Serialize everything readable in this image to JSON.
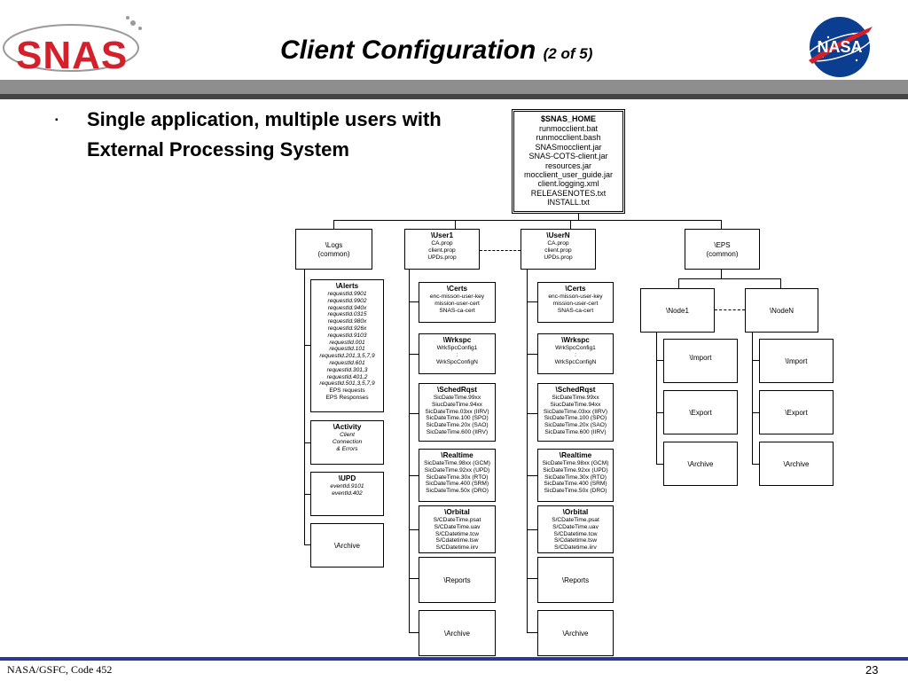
{
  "header": {
    "logo_text": "SNAS",
    "title": "Client Configuration",
    "title_sub": "(2 of 5)",
    "nasa_logo_text": "NASA"
  },
  "bullet": {
    "marker": "▪",
    "text": "Single application, multiple users with External Processing System"
  },
  "tree": {
    "home": {
      "title": "$SNAS_HOME",
      "items": [
        "runmocclient.bat",
        "runmocclient.bash",
        "SNASmocclient.jar",
        "SNAS-COTS-client.jar",
        "resources.jar",
        "mocclient_user_guide.jar",
        "client.logging.xml",
        "RELEASENOTES.txt",
        "INSTALL.txt"
      ]
    },
    "logs": {
      "title": "\\Logs",
      "sub": "(common)"
    },
    "user1": {
      "title": "\\User1",
      "items": [
        "CA.prop",
        "client.prop",
        "UPDs.prop"
      ]
    },
    "userN": {
      "title": "\\UserN",
      "items": [
        "CA.prop",
        "client.prop",
        "UPDs.prop"
      ]
    },
    "eps": {
      "title": "\\EPS",
      "sub": "(common)"
    },
    "alerts": {
      "title": "\\Alerts",
      "items": [
        "requestId.9901",
        "requestId.9902",
        "requestId.940x",
        "requestId.0315",
        "requestId.980x",
        "requestId.926x",
        "requestId.9103",
        "requestId.001",
        "requestId.101",
        "requestId.201,3,5,7,9",
        "requestId.601",
        "requestId.301,3",
        "requestId.401,2",
        "requestId.501,3,5,7,9"
      ],
      "items_plain": [
        "EPS requests",
        "EPS Responses"
      ]
    },
    "activity": {
      "title": "\\Activity",
      "items": [
        "Client",
        "Connection",
        "& Errors"
      ]
    },
    "upd": {
      "title": "\\UPD",
      "items": [
        "eventId.9101",
        "eventId.402"
      ]
    },
    "logs_archive": {
      "title": "\\Archive"
    },
    "u1_certs": {
      "title": "\\Certs",
      "items": [
        "enc-misson-user-key",
        "mission-user-cert",
        "SNAS-ca-cert"
      ]
    },
    "u1_wrkspc": {
      "title": "\\Wrkspc",
      "items": [
        "WrkSpcConfig1",
        ":",
        "WrkSpcConfigN"
      ]
    },
    "u1_schedrqst": {
      "title": "\\SchedRqst",
      "items": [
        "SicDateTime.99xx",
        "SiucDateTime.94xx",
        "SicDateTime.03xx (IIRV)",
        "SicDateTime.100 (SPO)",
        "SicDateTime.20x (SAO)",
        "SicDateTime.600 (IIRV)"
      ]
    },
    "u1_realtime": {
      "title": "\\Realtime",
      "items": [
        "SicDateTime.98xx (GCM)",
        "SicDateTime.92xx (UPD)",
        "SicDateTime.30x (RTO)",
        "SicDateTime.400 (SRM)",
        "SicDateTime.50x (DRO)"
      ]
    },
    "u1_orbital": {
      "title": "\\Orbital",
      "items": [
        "S/CDateTime.psat",
        "S/CDateTime.uav",
        "S/CDatetime.tcw",
        "S/Cdatetime.tsw",
        "S/CDatetime.iirv"
      ]
    },
    "u1_reports": {
      "title": "\\Reports"
    },
    "u1_archive": {
      "title": "\\Archive"
    },
    "uN_certs": {
      "title": "\\Certs",
      "items": [
        "enc-misson-user-key",
        "mission-user-cert",
        "SNAS-ca-cert"
      ]
    },
    "uN_wrkspc": {
      "title": "\\Wrkspc",
      "items": [
        "WrkSpcConfig1",
        ":",
        "WrkSpcConfigN"
      ]
    },
    "uN_schedrqst": {
      "title": "\\SchedRqst",
      "items": [
        "SicDateTime.99xx",
        "SiucDateTime.94xx",
        "SicDateTime.03xx (IIRV)",
        "SicDateTime.100 (SPO)",
        "SicDateTime.20x (SAO)",
        "SicDateTime.600 (IIRV)"
      ]
    },
    "uN_realtime": {
      "title": "\\Realtime",
      "items": [
        "SicDateTime.98xx (GCM)",
        "SicDateTime.92xx (UPD)",
        "SicDateTime.30x (RTO)",
        "SicDateTime.400 (SRM)",
        "SicDateTime.50x (DRO)"
      ]
    },
    "uN_orbital": {
      "title": "\\Orbital",
      "items": [
        "S/CDateTime.psat",
        "S/CDateTime.uav",
        "S/CDatetime.tcw",
        "S/Cdatetime.tsw",
        "S/CDatetime.iirv"
      ]
    },
    "uN_reports": {
      "title": "\\Reports"
    },
    "uN_archive": {
      "title": "\\Archive"
    },
    "node1": {
      "title": "\\Node1"
    },
    "nodeN": {
      "title": "\\NodeN"
    },
    "n1_import": {
      "title": "\\Import"
    },
    "n1_export": {
      "title": "\\Export"
    },
    "n1_archive": {
      "title": "\\Archive"
    },
    "nN_import": {
      "title": "\\Import"
    },
    "nN_export": {
      "title": "\\Export"
    },
    "nN_archive": {
      "title": "\\Archive"
    }
  },
  "footer": {
    "left": "NASA/GSFC, Code 452",
    "page": "23"
  },
  "colors": {
    "snas_red": "#d3202b",
    "band_gray": "#8e8e8e",
    "footer_blue": "#2b3a8e",
    "nasa_blue": "#0b3d91"
  }
}
